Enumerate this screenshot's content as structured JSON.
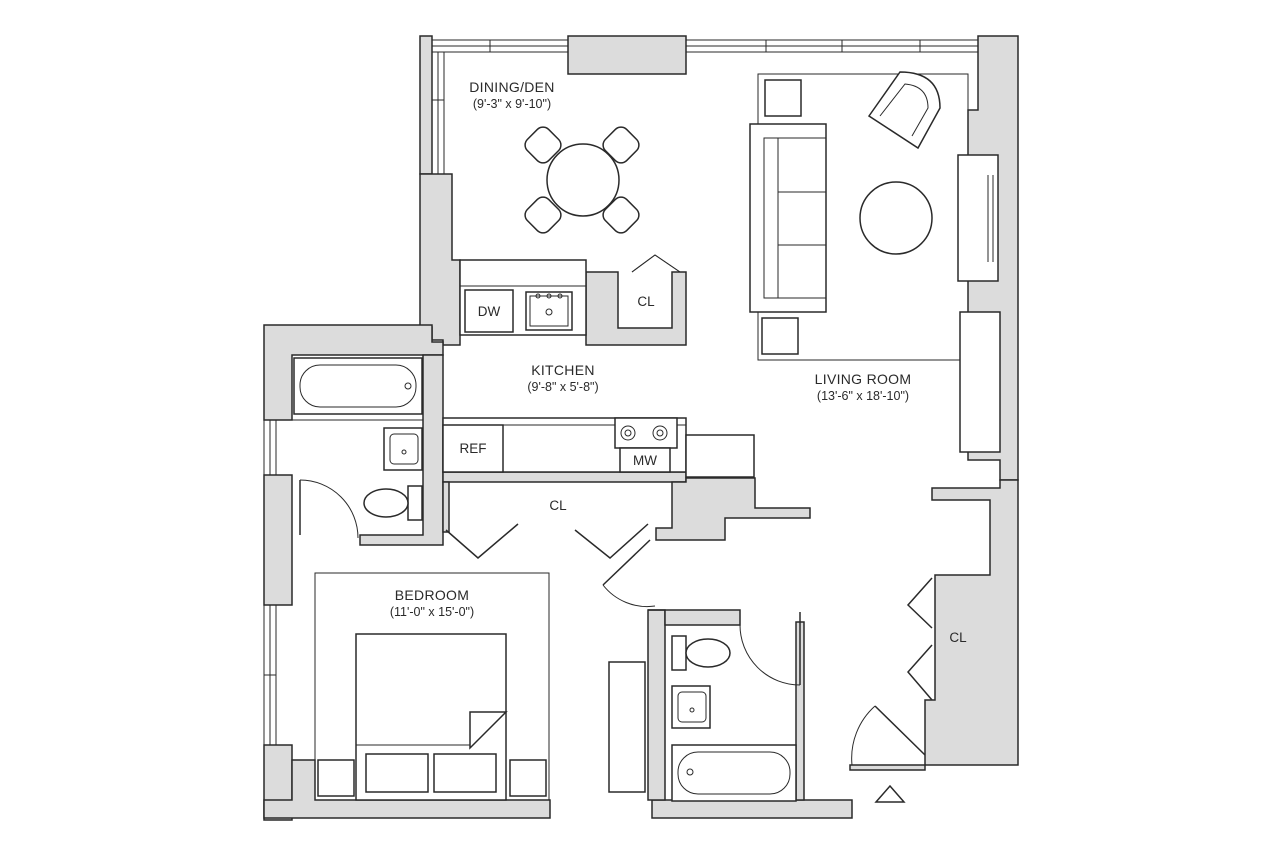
{
  "rooms": {
    "dining": {
      "name": "DINING/DEN",
      "dims": "(9'-3\" x 9'-10\")"
    },
    "kitchen": {
      "name": "KITCHEN",
      "dims": "(9'-8\" x 5'-8\")"
    },
    "living": {
      "name": "LIVING ROOM",
      "dims": "(13'-6\" x 18'-10\")"
    },
    "bedroom": {
      "name": "BEDROOM",
      "dims": "(11'-0\" x 15'-0\")"
    }
  },
  "closets": {
    "kitchen_cl": "CL",
    "hall_cl": "CL",
    "entry_cl": "CL"
  },
  "appliances": {
    "dishwasher": "DW",
    "refrigerator": "REF",
    "microwave": "MW"
  },
  "colors": {
    "wall_fill": "#dcdcdc",
    "line": "#2a2a2a",
    "background": "#ffffff"
  }
}
